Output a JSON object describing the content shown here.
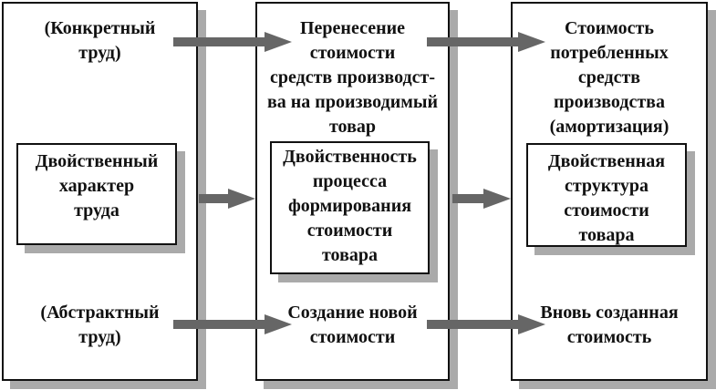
{
  "columns": [
    {
      "top": "(Конкретный\nтруд)",
      "center": "Двойственный\nхарактер\nтруда",
      "bottom": "(Абстрактный\nтруд)"
    },
    {
      "top": "Перенесение\nстоимости\nсредств производст-\nва на производимый\nтовар",
      "center": "Двойственность\nпроцесса\nформирования\nстоимости\nтовара",
      "bottom": "Создание новой\nстоимости"
    },
    {
      "top": "Стоимость\nпотребленных\nсредств\nпроизводства\n(амортизация)",
      "center": "Двойственная\nструктура\nстоимости\nтовара",
      "bottom": "Вновь созданная\nстоимость"
    }
  ],
  "colors": {
    "arrow": "#666666",
    "shadow": "#aaaaaa",
    "border": "#111111"
  }
}
